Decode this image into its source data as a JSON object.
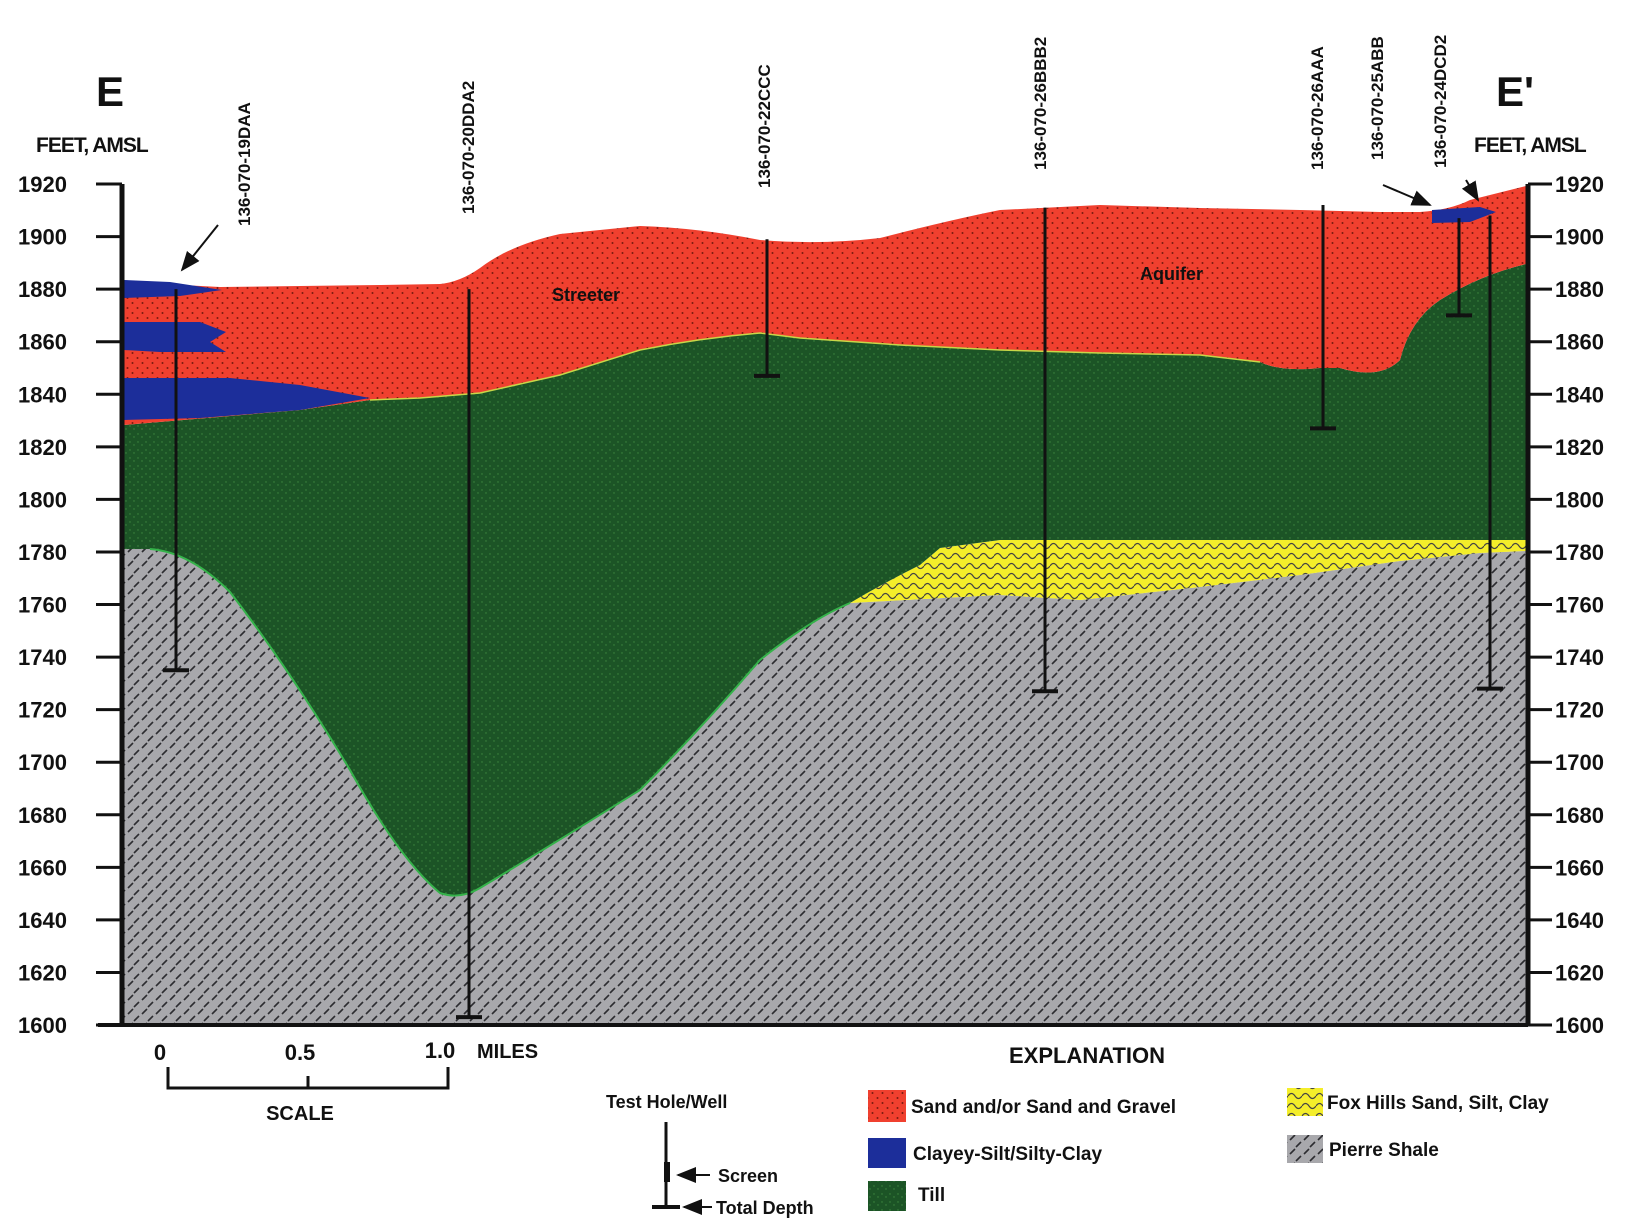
{
  "section": {
    "left_label": "E",
    "right_label": "E'",
    "left_axis_title": "FEET, AMSL",
    "right_axis_title": "FEET, AMSL",
    "y_ticks": [
      "1920",
      "1900",
      "1880",
      "1860",
      "1840",
      "1820",
      "1800",
      "1780",
      "1760",
      "1740",
      "1720",
      "1700",
      "1680",
      "1660",
      "1640",
      "1620",
      "1600"
    ],
    "y_range_feet": [
      1600,
      1920
    ]
  },
  "wells": [
    {
      "id": "136-070-19DAA",
      "top_ft": 1880,
      "total_depth_ft": 1735
    },
    {
      "id": "136-070-20DDA2",
      "top_ft": 1880,
      "total_depth_ft": 1603
    },
    {
      "id": "136-070-22CCC",
      "top_ft": 1899,
      "total_depth_ft": 1847
    },
    {
      "id": "136-070-26BBB2",
      "top_ft": 1911,
      "total_depth_ft": 1727
    },
    {
      "id": "136-070-26AAA",
      "top_ft": 1912,
      "total_depth_ft": 1827
    },
    {
      "id": "136-070-25ABB",
      "top_ft": 1907,
      "total_depth_ft": 1870
    },
    {
      "id": "136-070-24DCD2",
      "top_ft": 1908,
      "total_depth_ft": 1728
    }
  ],
  "annotations": {
    "left": "Streeter",
    "right": "Aquifer"
  },
  "scale": {
    "ticks": [
      "0",
      "0.5",
      "1.0"
    ],
    "unit": "MILES",
    "title": "SCALE"
  },
  "legend": {
    "title": "EXPLANATION",
    "well_key": {
      "title": "Test Hole/Well",
      "screen": "Screen",
      "total_depth": "Total Depth"
    },
    "units": [
      {
        "name": "Sand and/or Sand and Gravel",
        "color": "#f0402f",
        "pattern": "dots"
      },
      {
        "name": "Clayey-Silt/Silty-Clay",
        "color": "#1c2e9a",
        "pattern": "solid"
      },
      {
        "name": "Till",
        "color": "#1c5426",
        "pattern": "speckle"
      },
      {
        "name": "Fox Hills Sand, Silt, Clay",
        "color": "#f4ee2a",
        "pattern": "wavy"
      },
      {
        "name": "Pierre Shale",
        "color": "#a8a8ac",
        "pattern": "hatch"
      }
    ]
  }
}
